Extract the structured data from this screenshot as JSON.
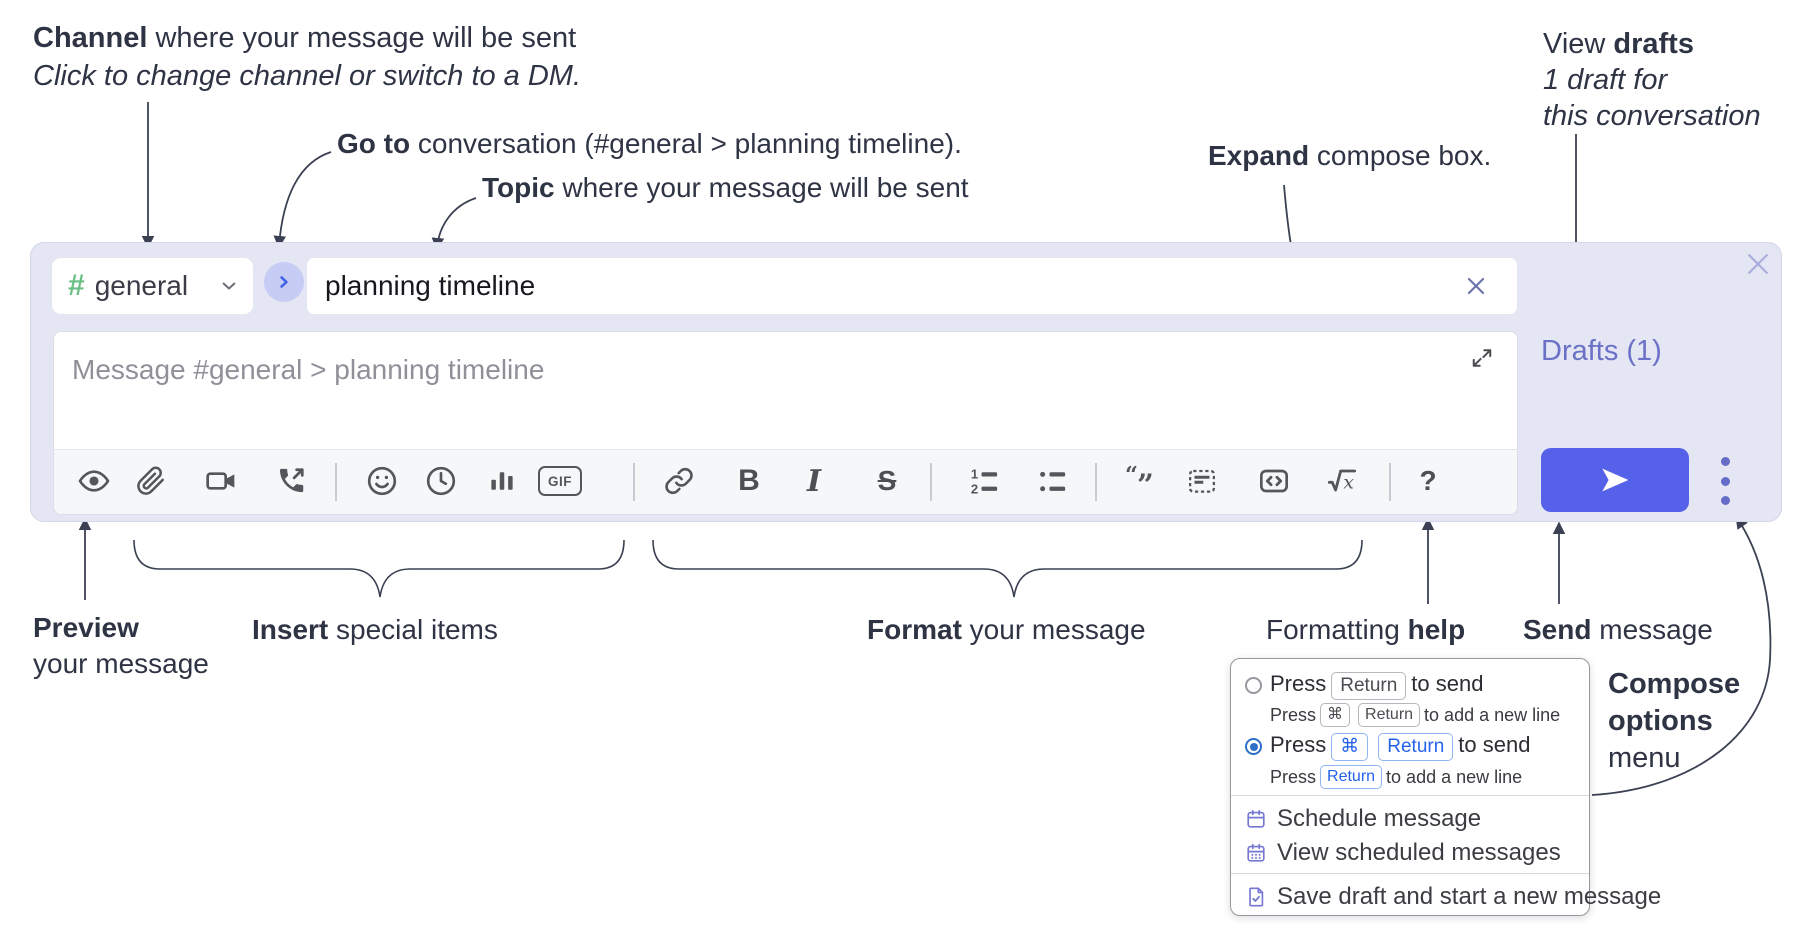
{
  "annotations": {
    "channel": {
      "bold": "Channel",
      "text": " where your message will be sent",
      "subtext": "Click to change channel or switch to a DM."
    },
    "go_to": {
      "bold": "Go to",
      "text": " conversation (#general > planning timeline)."
    },
    "topic": {
      "bold": "Topic",
      "text": " where your message will be sent"
    },
    "view_drafts": {
      "pre": "View ",
      "bold": "drafts",
      "line2": "1 draft for",
      "line3": "this conversation"
    },
    "expand": {
      "bold": "Expand",
      "text": " compose box."
    },
    "preview": {
      "bold": "Preview",
      "line2": "your message"
    },
    "insert": {
      "bold": "Insert",
      "text": " special items"
    },
    "format": {
      "bold": "Format",
      "text": " your message"
    },
    "formatting_help": {
      "pre": "Formatting ",
      "bold": "help"
    },
    "send": {
      "bold": "Send",
      "text": " message"
    },
    "compose_options": {
      "bold1": "Compose",
      "bold2": "options",
      "line3": "menu"
    }
  },
  "compose_box": {
    "channel_selector": {
      "hash_icon": "#",
      "label": "general"
    },
    "topic_input": {
      "value": "planning timeline"
    },
    "message_input": {
      "placeholder": "Message #general > planning timeline"
    },
    "drafts_link": "Drafts (1)",
    "toolbar_icons": [
      "preview-eye",
      "attach-paperclip",
      "video-call",
      "voice-call",
      "emoji",
      "global-time",
      "poll",
      "gif",
      "link",
      "bold",
      "italic",
      "strikethrough",
      "numbered-list",
      "bulleted-list",
      "quote",
      "spoiler",
      "code",
      "math",
      "help"
    ],
    "gif_label": "GIF",
    "bold_label": "B",
    "italic_label": "I",
    "strike_label": "S",
    "help_label": "?",
    "ol_1": "1",
    "ol_2": "2"
  },
  "compose_menu": {
    "enter_sends_option": {
      "pre": "Press",
      "key": "Return",
      "post": "to send",
      "sub_pre": "Press",
      "sub_key1": "⌘",
      "sub_key2": "Return",
      "sub_post": "to add a new line"
    },
    "cmd_enter_sends_option": {
      "pre": "Press",
      "key1": "⌘",
      "key2": "Return",
      "post": "to send",
      "sub_pre": "Press",
      "sub_key": "Return",
      "sub_post": "to add a new line"
    },
    "items": {
      "schedule": "Schedule message",
      "view_scheduled": "View scheduled messages",
      "save_draft": "Save draft and start a new message"
    }
  },
  "colors": {
    "accent_send": "#5661e9",
    "drafts_link": "#6a71c6",
    "channel_hash": "#6bbf84",
    "selected_radio": "#2e6fc9",
    "kbd_blue": "#2563eb",
    "compose_bg": "#e4e6f3",
    "icon_gray": "#55565c",
    "menu_icon_purple": "#7577d2"
  }
}
